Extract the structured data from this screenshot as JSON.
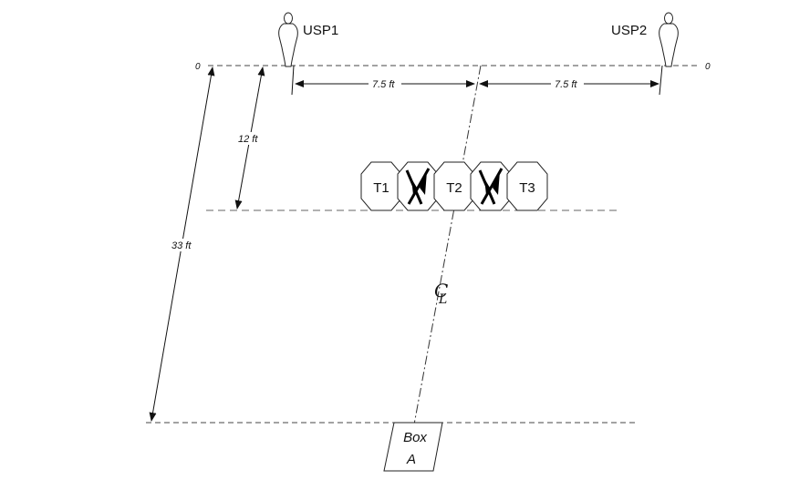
{
  "stage": {
    "zero_left": "0",
    "zero_right": "0",
    "usp1": "USP1",
    "usp2": "USP2",
    "dim_left_half": "7.5 ft",
    "dim_right_half": "7.5 ft",
    "dim_12": "12 ft",
    "dim_33": "33 ft",
    "targets": [
      "T1",
      "T2",
      "T3"
    ],
    "centerline": "C L",
    "box_line1": "Box",
    "box_line2": "A"
  },
  "colors": {
    "line": "#111111",
    "dash": "#555555",
    "noshoot": "#000000"
  }
}
